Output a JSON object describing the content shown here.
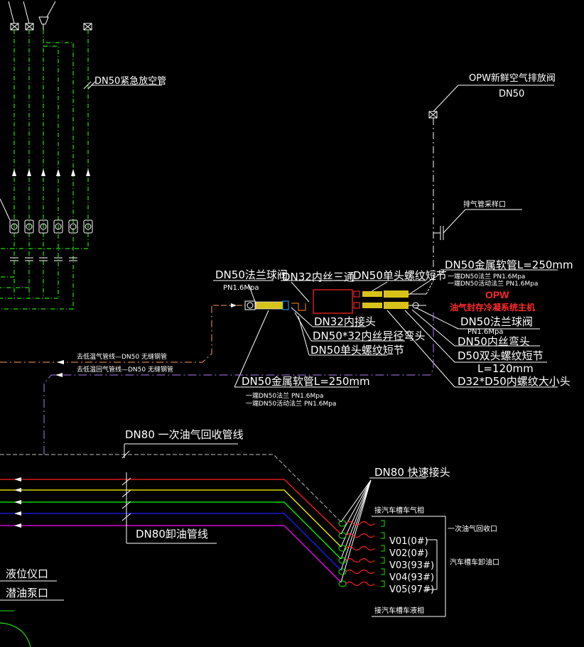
{
  "labels": {
    "dn50_emergency_vent": "DN50紧急放空管",
    "opw_vent_valve_title": "OPW新鲜空气排放阀",
    "opw_vent_valve_size": "DN50",
    "exhaust_sampling_port": "排气管采样口",
    "flange_ball_valve": "DN50法兰球阀",
    "flange_ball_valve_pn": "PN1.6Mpa",
    "dn32_tee": "DN32内丝三通",
    "single_thread_nipple_top": "DN50单头螺纹短节",
    "metal_hose_top": "DN50金属软管L=250mm",
    "hose_note_1": "一端DN50法兰 PN1.6Mpa",
    "hose_note_2": "一端DN50活动法兰 PN1.6Mpa",
    "opw_brand": "OPW",
    "opw_unit": "油气封存冷凝系统主机",
    "dn32_inner_joint": "DN32内接头",
    "reducer_joint": "DN50*32内丝异径弯头",
    "single_thread_nipple_bottom": "DN50单头螺纹短节",
    "flange_ball_valve_right": "DN50法兰球阀",
    "flange_ball_valve_right_pn": "PN1.6Mpa",
    "inner_elbow": "DN50内丝弯头",
    "double_thread_nipple": "D50双头螺纹短节",
    "nipple_length": "L=120mm",
    "reducer": "D32*D50内螺纹大小头",
    "return_pipe_1": "去低温气管线—DN50  无缝钢管",
    "return_pipe_2": "去低温回气管线—DN50  无缝钢管",
    "metal_hose_bottom": "DN50金属软管L=250mm",
    "hose_note_3": "一端DN50法兰 PN1.6Mpa",
    "hose_note_4": "一端DN50活动法兰 PN1.6Mpa",
    "vapor_recovery_line": "DN80  一次油气回收管线",
    "quick_coupler": "DN80  快速接头",
    "truck_vapor_phase": "接汽车槽车气相",
    "primary_vapor_port": "一次油气回收口",
    "valve_v01": "V01(0#)",
    "valve_v02": "V02(0#)",
    "valve_v03": "V03(93#)",
    "valve_v04": "V04(93#)",
    "valve_v05": "V05(97#)",
    "truck_unloading_port": "汽车槽车卸油口",
    "unloading_line": "DN80卸油管线",
    "truck_liquid_phase": "接汽车槽车液相",
    "level_gauge_port": "液位仪口",
    "submersible_pump_port": "潜油泵口"
  },
  "colors": {
    "background": "#000000",
    "green_vent": "#22e000",
    "lines_white": "#ffffff",
    "hose_yellow": "#d8c21a",
    "opw_red": "#e02020",
    "return_orange": "#ff9a5a",
    "return_purple": "#b07cf0",
    "unload_red": "#ff2020",
    "unload_yellow": "#ffff00",
    "unload_green": "#00ff00",
    "unload_blue": "#1e1eff",
    "unload_magenta": "#ff00ff",
    "gray_line": "#9a9a9a"
  }
}
